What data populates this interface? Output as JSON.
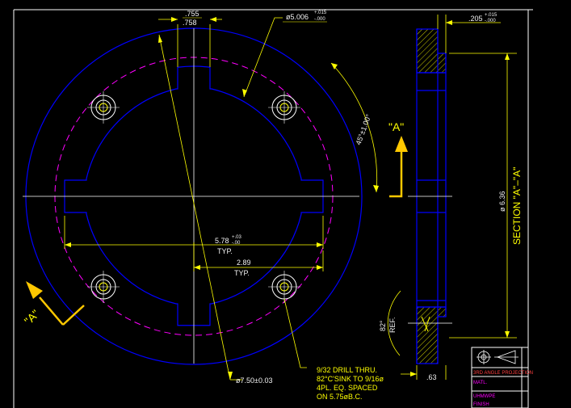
{
  "drawing": {
    "top_dims": {
      "slot_width_top": ".755",
      "slot_width_bottom": ".758",
      "bore_dia": "ø5.006",
      "bore_tol_plus": "+.015",
      "bore_tol_minus": "-.000",
      "thickness": ".205",
      "thickness_tol_plus": "+.015",
      "thickness_tol_minus": "-.000"
    },
    "angle_dim": "45°±1.00°",
    "section_marker": "\"A\"",
    "section_marker_lower": "\"A\"",
    "width_dim": "5.78",
    "width_tol_plus": "+.03",
    "width_tol_minus": "-.00",
    "width_note": "TYP.",
    "half_width_dim": "2.89",
    "half_width_note": "TYP.",
    "outer_dia": "ø7.50±0.03",
    "hole_note": [
      "9/32 DRILL THRU.",
      "82°C'SINK TO 9/16ø",
      "4PL. EQ. SPACED",
      "ON 5.75øB.C."
    ],
    "section_title": "SECTION \"A\"–\"A\"",
    "section_dia": "ø 6.36",
    "sink_angle": "82°",
    "sink_ref": "REF.",
    "section_thk": ".63"
  },
  "title_block": {
    "projection": "3RD ANGLE PROJECTION",
    "matl_label": "MATL.",
    "matl_value": "UHMWPE",
    "finish_label": "FINISH"
  },
  "colors": {
    "background": "#000000",
    "outline": "#0000ff",
    "center_line": "#ffffff",
    "dimension": "#ffff00",
    "bolt_circle": "#ff00ff",
    "section_arrow": "#ffc800"
  }
}
